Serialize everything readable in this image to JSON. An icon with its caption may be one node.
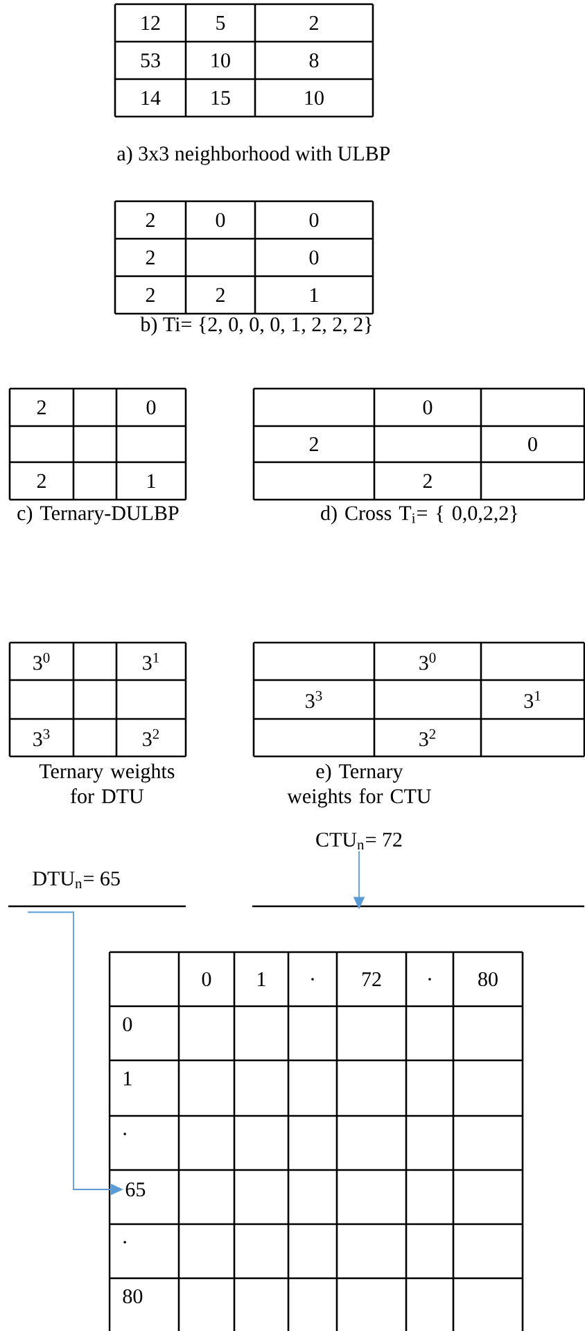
{
  "diagram": {
    "nodes": [
      {
        "text": [
          "DTU$_{n}$= 65"
        ]
      },
      {
        "text": [
          "65"
        ]
      },
      {
        "text": [
          "CTU$_{n}$= 72"
        ]
      }
    ],
    "edges": [
      {
        "from": 0,
        "to": 1,
        "arrow": "to",
        "color": "#5b9bd5"
      },
      {
        "from": 2,
        "to": null,
        "arrow": "to",
        "color": "#5b9bd5"
      }
    ],
    "labels": [
      "12",
      "5",
      "2",
      "53",
      "10",
      "8",
      "14",
      "15",
      "10",
      "a) 3x3 neighborhood with ULBP",
      "2",
      "0",
      "0",
      "2",
      "0",
      "2",
      "2",
      "1",
      "b) Ti= {2, 0, 0, 0, 1, 2, 2, 2}",
      "2",
      "0",
      "2",
      "1",
      "0",
      "2",
      "0",
      "2",
      "c) Ternary-DULBP",
      "d) Cross T$_{i}$= { 0,0,2,2}",
      "3$^{0}$",
      "3$^{1}$",
      "3$^{3}$",
      "3$^{2}$",
      "3$^{0}$",
      "3$^{3}$",
      "3$^{1}$",
      "3$^{2}$",
      "Ternary weights for DTU",
      "e) Ternary weights for CTU",
      "0",
      "1",
      ".",
      "72",
      ".",
      "80",
      "0",
      "1",
      ".",
      ".",
      "80"
    ]
  }
}
